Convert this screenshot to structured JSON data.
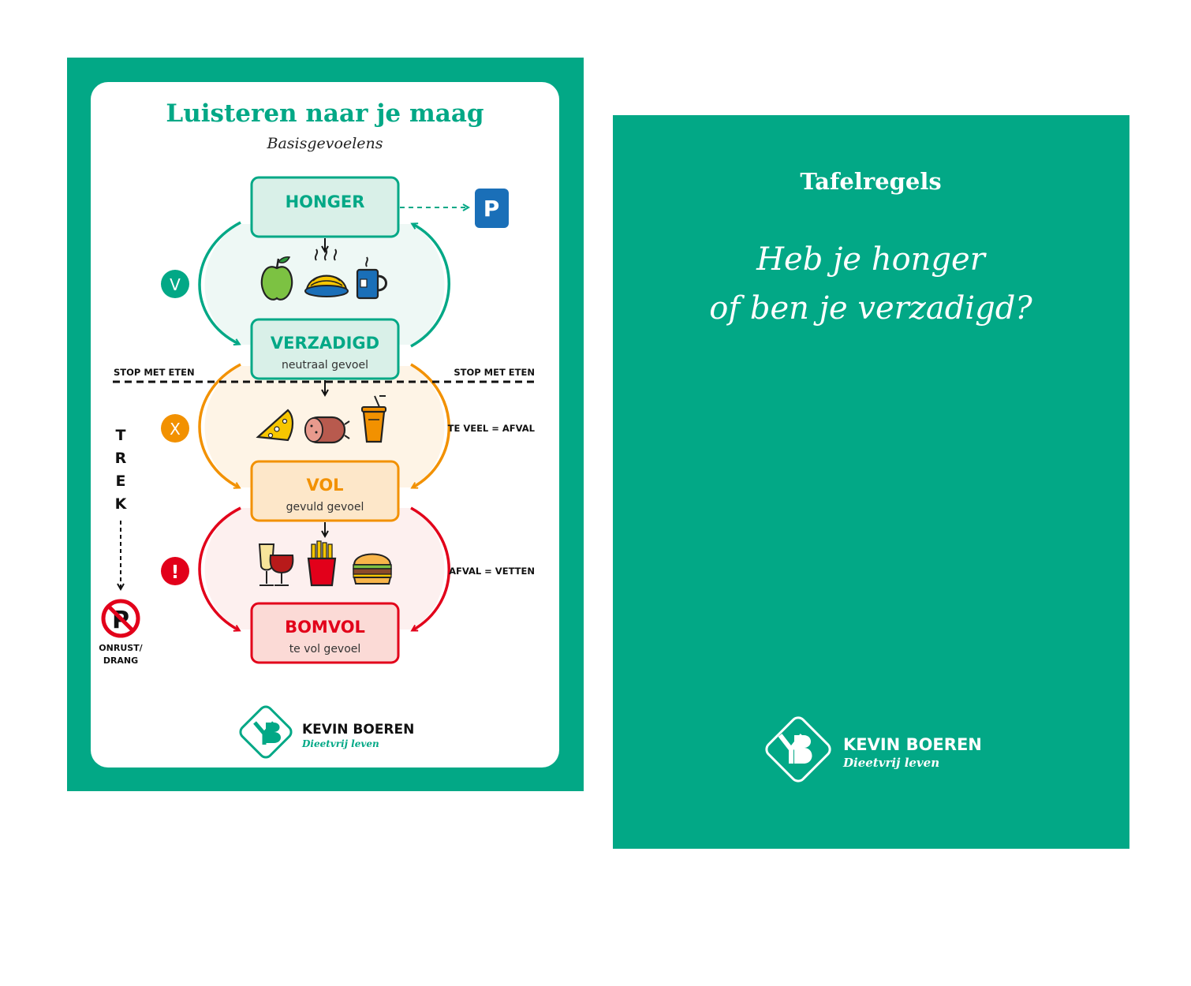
{
  "left_card": {
    "title": "Luisteren naar je maag",
    "subtitle": "Basisgevoelens",
    "states": {
      "honger": {
        "label": "HONGER",
        "sub": ""
      },
      "verzadigd": {
        "label": "VERZADIGD",
        "sub": "neutraal gevoel"
      },
      "vol": {
        "label": "VOL",
        "sub": "gevuld gevoel"
      },
      "bomvol": {
        "label": "BOMVOL",
        "sub": "te vol gevoel"
      }
    },
    "markers": {
      "check": "V",
      "cross": "X",
      "warning": "!"
    },
    "parking_label": "P",
    "stop_left": "STOP MET ETEN",
    "stop_right": "STOP MET ETEN",
    "note_too_much": "TE VEEL = AFVAL",
    "note_fat": "AFVAL = VETTEN",
    "trek": [
      "T",
      "R",
      "E",
      "K"
    ],
    "onrust": [
      "ONRUST/",
      "DRANG"
    ],
    "logo_name": "KEVIN BOEREN",
    "logo_tagline": "Dieetvrij leven",
    "icons": [
      "apple-icon",
      "spaghetti-icon",
      "hot-drink-icon",
      "cheese-icon",
      "sausage-icon",
      "soda-cup-icon",
      "drinks-glasses-icon",
      "fries-icon",
      "burger-icon",
      "parking-icon",
      "no-parking-icon"
    ],
    "colors": {
      "green": "#02a886",
      "orange": "#f29100",
      "red": "#e2001a",
      "blue": "#1a6fb8"
    }
  },
  "right_card": {
    "title": "Tafelregels",
    "question_line1": "Heb je honger",
    "question_line2": "of ben je verzadigd?",
    "logo_name": "KEVIN BOEREN",
    "logo_tagline": "Dieetvrij leven"
  }
}
